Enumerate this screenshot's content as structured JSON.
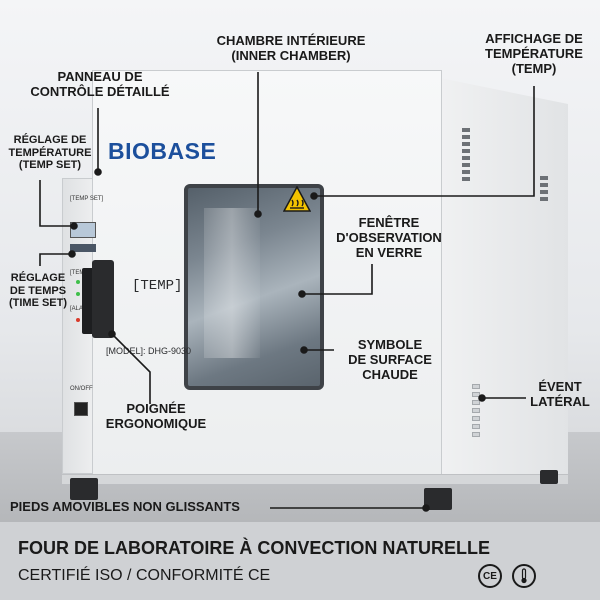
{
  "labels": {
    "inner_chamber": "CHAMBRE INTÉRIEURE\n(INNER CHAMBER)",
    "temp_display": "AFFICHAGE DE\nTEMPÉRATURE\n(TEMP)",
    "control_panel": "PANNEAU DE\nCONTRÔLE DÉTAILLÉ",
    "temp_set": "RÉGLAGE DE\nTEMPÉRATURE\n(TEMP SET)",
    "time_set": "RÉGLAGE\nDE TEMPS\n(TIME SET)",
    "glass_window": "FENÊTRE\nD'OBSERVATION\nEN VERRE",
    "hot_surface": "SYMBOLE\nDE SURFACE\nCHAUDE",
    "side_vent": "ÉVENT\nLATÉRAL",
    "handle": "POIGNÉE\nERGONOMIQUE",
    "feet": "PIEDS AMOVIBLES NON GLISSANTS"
  },
  "device": {
    "brand": "BIOBASE",
    "temp_label": "[TEMP]",
    "model_label": "[MODEL]: DHG-9030",
    "panel_temp_set": "[TEMP SET]",
    "panel_temp": "[TEMP",
    "panel_alarm": "[ALARM",
    "panel_onoff": "ON/OFF"
  },
  "footer": {
    "title": "FOUR DE LABORATOIRE À CONVECTION NATURELLE",
    "subtitle": "CERTIFIÉ ISO / CONFORMITÉ CE",
    "ce_mark": "CE"
  },
  "colors": {
    "brand": "#1c4f9c",
    "warning": "#f2c200"
  },
  "icons": [
    "hot-surface-icon",
    "ce-mark-icon",
    "thermometer-icon"
  ]
}
